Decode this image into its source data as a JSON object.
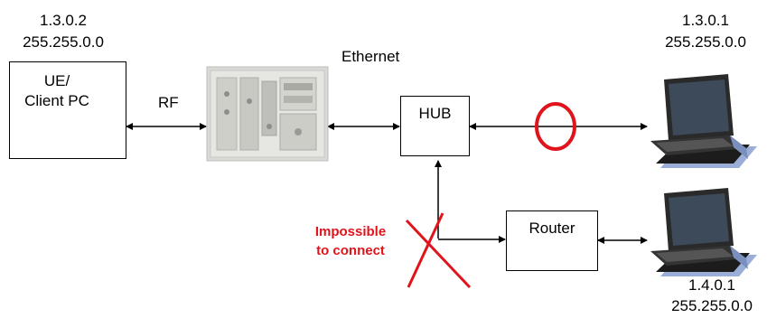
{
  "ue": {
    "ip": "1.3.0.2",
    "mask": "255.255.0.0",
    "label_line1": "UE/",
    "label_line2": "Client PC"
  },
  "rf_label": "RF",
  "ethernet_label": "Ethernet",
  "hub_label": "HUB",
  "router_label": "Router",
  "top_laptop": {
    "ip": "1.3.0.1",
    "mask": "255.255.0.0"
  },
  "bottom_laptop": {
    "ip": "1.4.0.1",
    "mask": "255.255.0.0"
  },
  "warning": {
    "line1": "Impossible",
    "line2": "to connect"
  },
  "colors": {
    "highlight": "#e0141c",
    "line": "#000000"
  }
}
